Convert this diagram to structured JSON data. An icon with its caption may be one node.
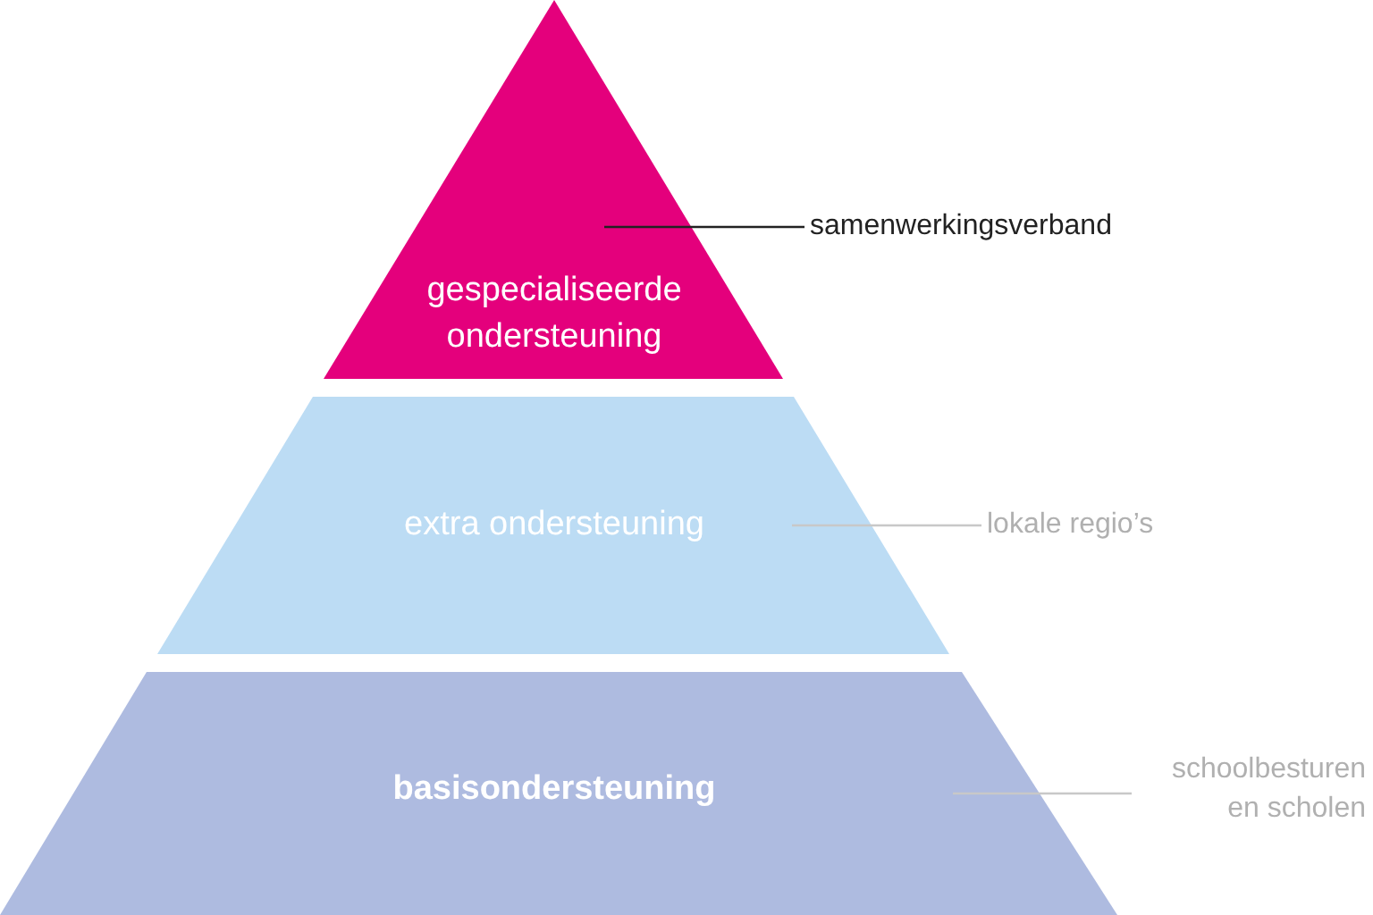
{
  "diagram": {
    "nodes": [
      {
        "text": [
          "gespecialiseerde ondersteuning"
        ]
      },
      {
        "text": [
          "extra ondersteuning"
        ]
      },
      {
        "text": [
          "basisondersteuning"
        ]
      },
      {
        "text": [
          "samenwerkingsverband"
        ]
      },
      {
        "text": [
          "lokale regio’s"
        ]
      },
      {
        "text": [
          "schoolbesturen en scholen"
        ]
      }
    ],
    "edges": [
      {
        "from": 3,
        "to": 0,
        "arrow": "none",
        "color": "#222222"
      },
      {
        "from": 4,
        "to": 1,
        "arrow": "none"
      },
      {
        "from": 5,
        "to": 2,
        "arrow": "none"
      }
    ]
  }
}
